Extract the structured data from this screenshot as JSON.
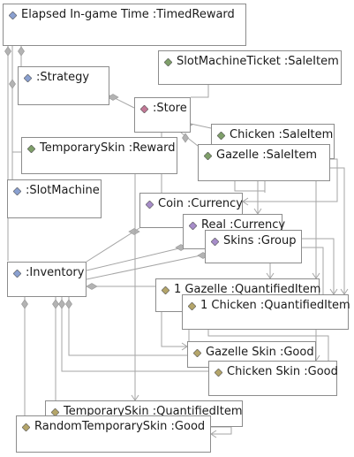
{
  "colors": {
    "border": "#8c8c8c",
    "connector": "#a6a6a6",
    "text": "#1a1a1a",
    "icons": {
      "blue-diamond": "#8aa0d0",
      "green-diamond": "#7f9f6a",
      "purple-diamond": "#a78dc9",
      "pink-diamond": "#c27896",
      "olive-diamond": "#b4a56a"
    }
  },
  "nodes": {
    "elapsed": {
      "label": "Elapsed In-game Time :TimedReward",
      "icon": "blue-diamond"
    },
    "strategy": {
      "label": ":Strategy",
      "icon": "blue-diamond"
    },
    "slot_ticket": {
      "label": "SlotMachineTicket :SaleItem",
      "icon": "green-diamond"
    },
    "store": {
      "label": ":Store",
      "icon": "pink-diamond"
    },
    "chicken_sale": {
      "label": "Chicken :SaleItem",
      "icon": "green-diamond"
    },
    "temp_skin_reward": {
      "label": "TemporarySkin :Reward",
      "icon": "green-diamond"
    },
    "gazelle_sale": {
      "label": "Gazelle :SaleItem",
      "icon": "green-diamond"
    },
    "slot_machine": {
      "label": ":SlotMachine",
      "icon": "blue-diamond"
    },
    "coin": {
      "label": "Coin :Currency",
      "icon": "purple-diamond"
    },
    "real": {
      "label": "Real :Currency",
      "icon": "purple-diamond"
    },
    "skins": {
      "label": "Skins :Group",
      "icon": "purple-diamond"
    },
    "inventory": {
      "label": ":Inventory",
      "icon": "blue-diamond"
    },
    "gazelle_qty": {
      "label": "1 Gazelle :QuantifiedItem",
      "icon": "olive-diamond"
    },
    "chicken_qty": {
      "label": "1 Chicken :QuantifiedItem",
      "icon": "olive-diamond"
    },
    "gazelle_skin": {
      "label": "Gazelle Skin :Good",
      "icon": "olive-diamond"
    },
    "chicken_skin": {
      "label": "Chicken Skin :Good",
      "icon": "olive-diamond"
    },
    "temp_skin_qty": {
      "label": "TemporarySkin :QuantifiedItem",
      "icon": "olive-diamond"
    },
    "random_temp_skin": {
      "label": "RandomTemporarySkin :Good",
      "icon": "olive-diamond"
    }
  }
}
